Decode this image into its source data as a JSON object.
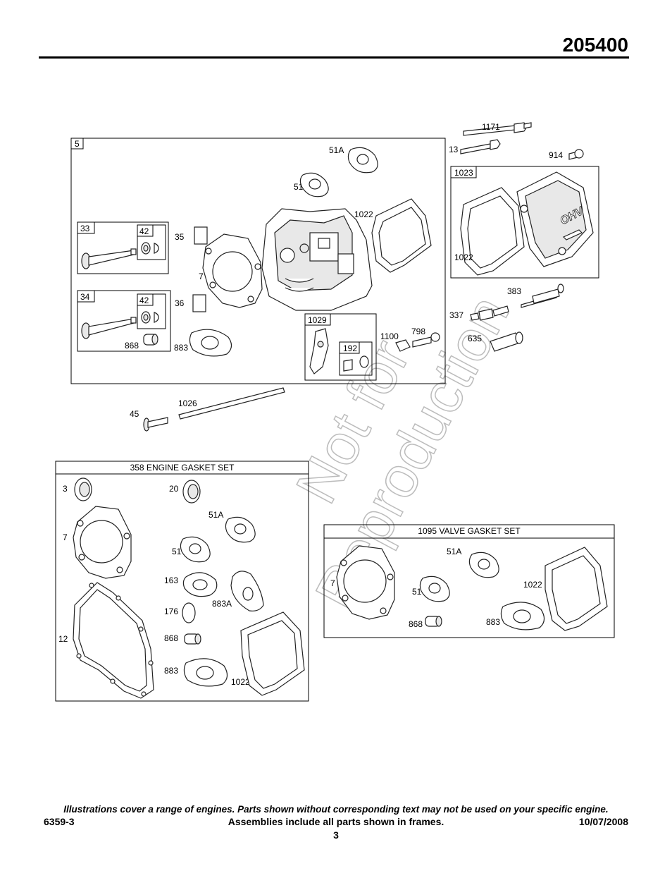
{
  "header": {
    "model_number": "205400"
  },
  "boxes": {
    "cylinder_head": "5",
    "valve_exhaust": "33",
    "valve_intake": "34",
    "retainer_a": "42",
    "retainer_b": "42",
    "rocker_cover": "1023",
    "rocker_arm": "1029",
    "rocker_nut": "192",
    "engine_gasket_set": "358 ENGINE GASKET SET",
    "valve_gasket_set": "1095 VALVE GASKET SET"
  },
  "labels": {
    "l1171": "1171",
    "l13": "13",
    "l914": "914",
    "l51a_top": "51A",
    "l51_top": "51",
    "l1022_head": "1022",
    "l1022_cover": "1022",
    "l35": "35",
    "l7_head": "7",
    "l36": "36",
    "l868_head": "868",
    "l883_head": "883",
    "l383": "383",
    "l337": "337",
    "l635": "635",
    "l1100": "1100",
    "l798": "798",
    "l45": "45",
    "l1026": "1026",
    "egs_3": "3",
    "egs_20": "20",
    "egs_51a": "51A",
    "egs_7": "7",
    "egs_51": "51",
    "egs_163": "163",
    "egs_883a": "883A",
    "egs_176": "176",
    "egs_12": "12",
    "egs_868": "868",
    "egs_883": "883",
    "egs_1022": "1022",
    "vgs_51a": "51A",
    "vgs_7": "7",
    "vgs_1022": "1022",
    "vgs_51": "51",
    "vgs_868": "868",
    "vgs_883": "883"
  },
  "cover_emblem": "OHV",
  "watermark": {
    "line1": "Not for",
    "line2": "Reproduction"
  },
  "footer": {
    "note": "Illustrations cover a range of engines. Parts shown without corresponding text may not be used on your specific engine.",
    "doc_id": "6359-3",
    "assemblies": "Assemblies include all parts shown in frames.",
    "date": "10/07/2008",
    "page": "3"
  }
}
